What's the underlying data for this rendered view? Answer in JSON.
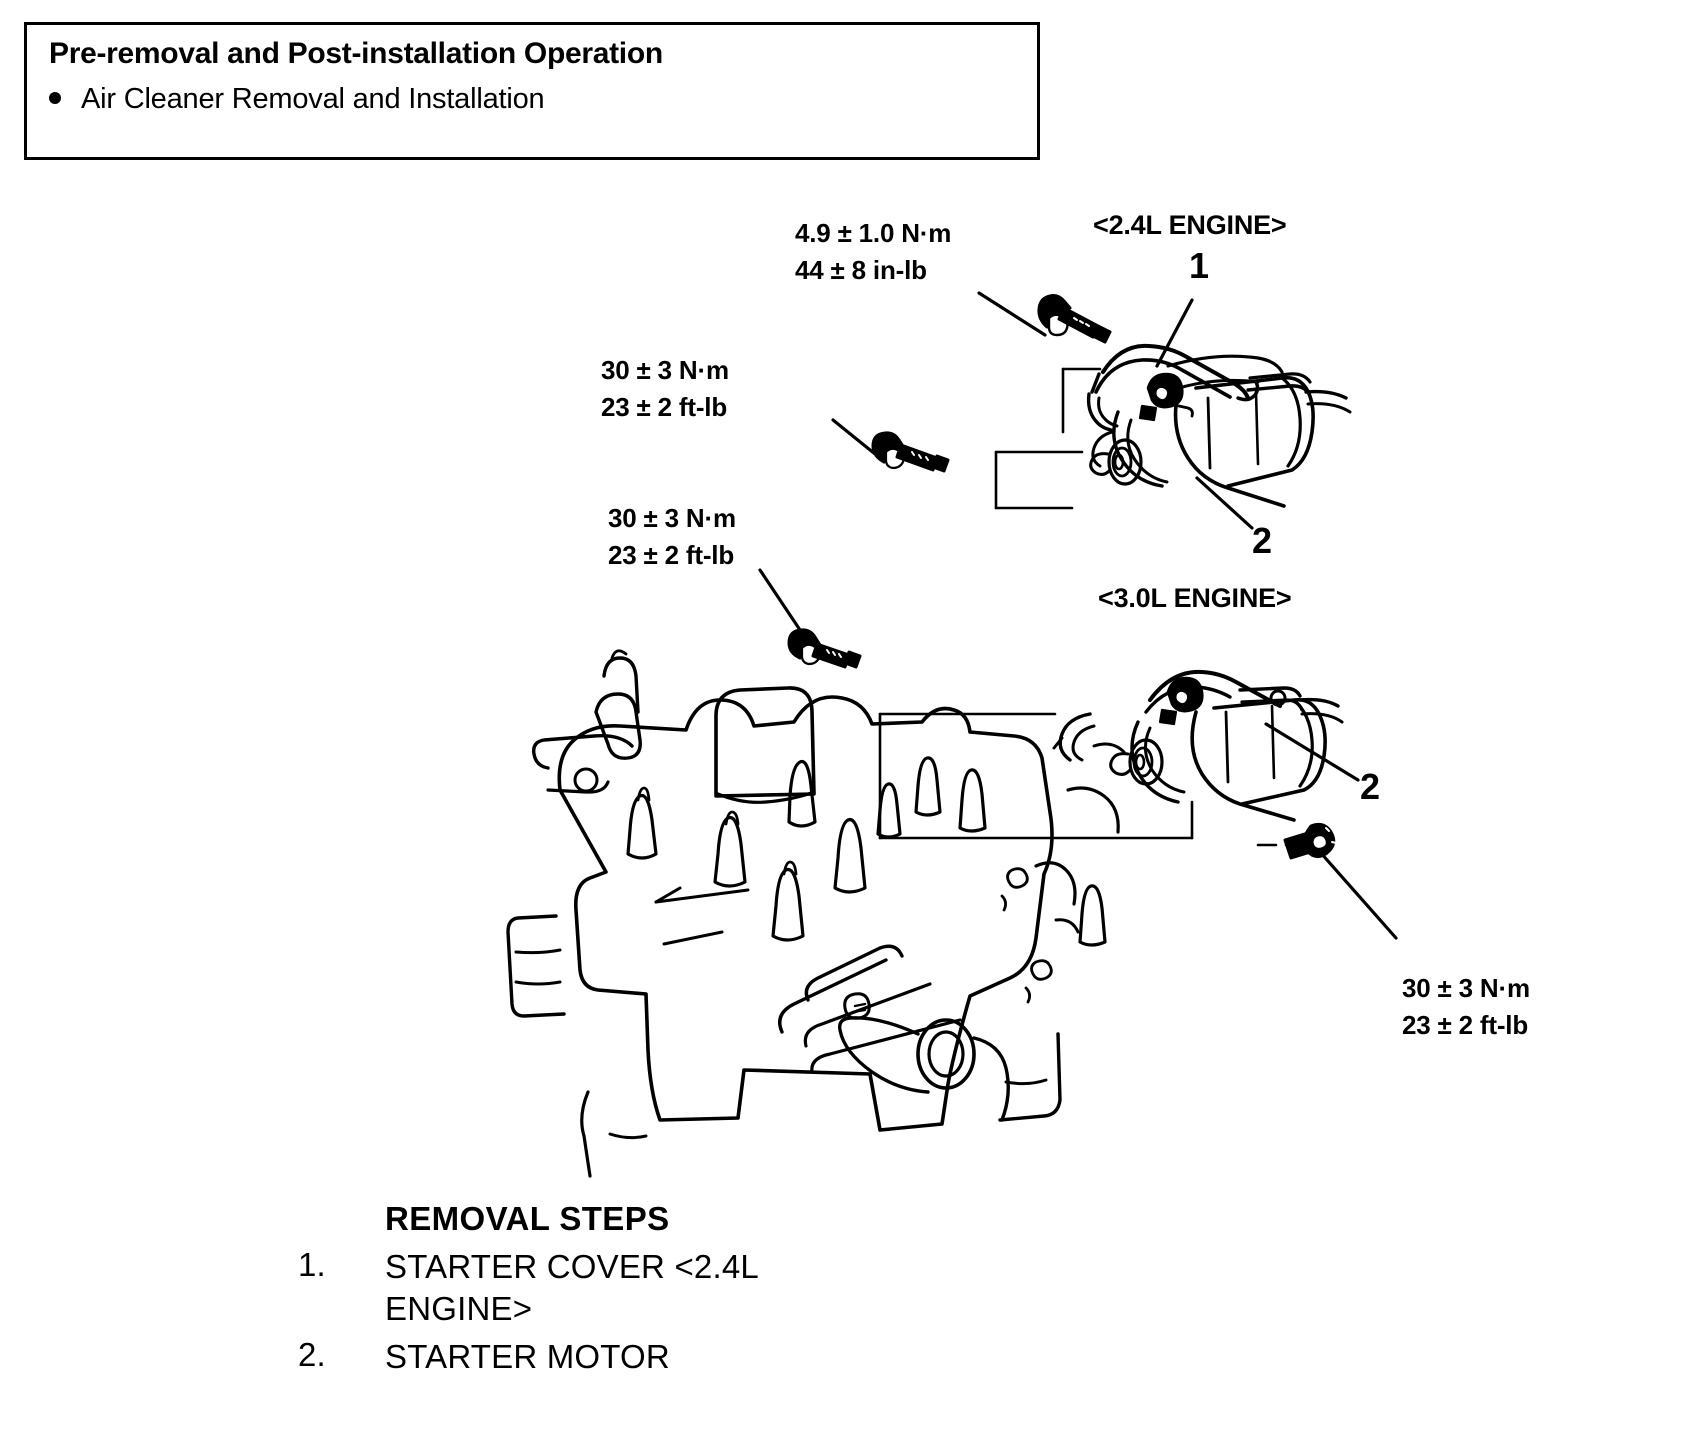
{
  "note": {
    "title": "Pre-removal and Post-installation Operation",
    "bullets": [
      "Air Cleaner Removal and Installation"
    ]
  },
  "torque_specs": [
    {
      "id": "starter-cover-bolt",
      "metric": "4.9 ± 1.0 N·m",
      "imperial": "44 ± 8 in-lb"
    },
    {
      "id": "starter-upper-bolt-24l",
      "metric": "30 ± 3 N·m",
      "imperial": "23 ± 2 ft-lb"
    },
    {
      "id": "starter-lower-bolt-24l",
      "metric": "30 ± 3 N·m",
      "imperial": "23 ± 2 ft-lb"
    },
    {
      "id": "starter-bolt-30l",
      "metric": "30 ± 3 N·m",
      "imperial": "23 ± 2 ft-lb"
    }
  ],
  "engine_labels": [
    {
      "id": "engine-24l",
      "text": "<2.4L ENGINE>"
    },
    {
      "id": "engine-30l",
      "text": "<3.0L ENGINE>"
    }
  ],
  "callouts": [
    {
      "id": "callout-1",
      "text": "1"
    },
    {
      "id": "callout-2-24l",
      "text": "2"
    },
    {
      "id": "callout-2-30l",
      "text": "2"
    }
  ],
  "removal_steps": {
    "heading": "REMOVAL STEPS",
    "items": [
      {
        "number": "1.",
        "text": "STARTER COVER <2.4L ENGINE>"
      },
      {
        "number": "2.",
        "text": "STARTER MOTOR"
      }
    ]
  },
  "colors": {
    "ink": "#000000",
    "paper": "#ffffff"
  }
}
